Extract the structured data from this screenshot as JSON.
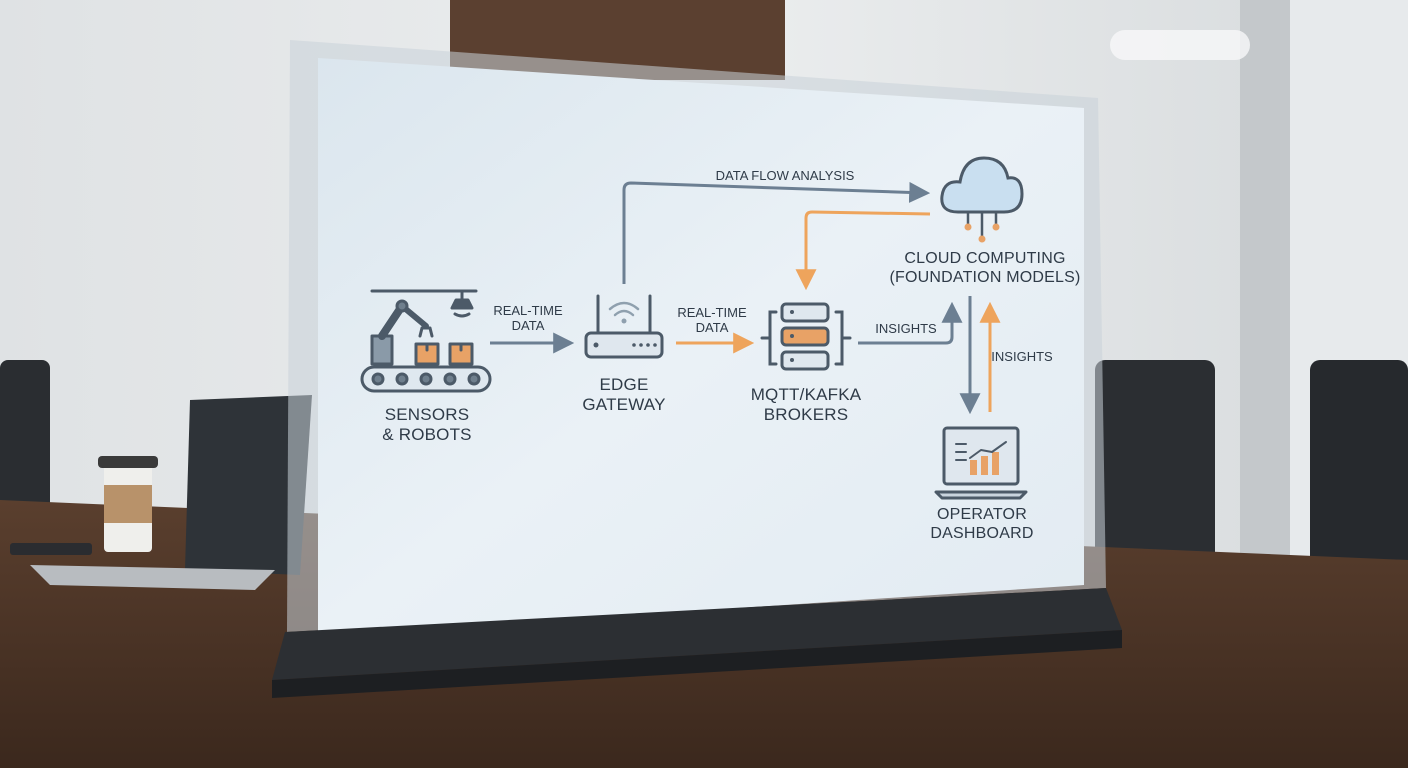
{
  "diagram": {
    "nodes": {
      "sensors": {
        "line1": "SENSORS",
        "line2": "& ROBOTS",
        "icon": "robot-arm-conveyor-icon"
      },
      "gateway": {
        "line1": "EDGE",
        "line2": "GATEWAY",
        "icon": "router-icon"
      },
      "brokers": {
        "line1": "MQTT/KAFKA",
        "line2": "BROKERS",
        "icon": "server-stack-icon"
      },
      "cloud": {
        "line1": "CLOUD COMPUTING",
        "line2": "(FOUNDATION MODELS)",
        "icon": "cloud-icon"
      },
      "dashboard": {
        "line1": "OPERATOR",
        "line2": "DASHBOARD",
        "icon": "laptop-chart-icon"
      }
    },
    "edges": {
      "sensors_to_gateway": {
        "line1": "REAL-TIME",
        "line2": "DATA"
      },
      "gateway_to_brokers": {
        "line1": "REAL-TIME",
        "line2": "DATA"
      },
      "gateway_to_cloud": {
        "label": "DATA FLOW ANALYSIS"
      },
      "brokers_to_cloud": {
        "label": "INSIGHTS"
      },
      "dashboard_to_cloud": {
        "label": "INSIGHTS"
      }
    },
    "colors": {
      "gray_arrow": "#6c7f92",
      "orange_arrow": "#eea45c",
      "icon_stroke": "#4c5a68",
      "box_fill": "#e8a266",
      "panel_background": "#e6eef4"
    }
  }
}
